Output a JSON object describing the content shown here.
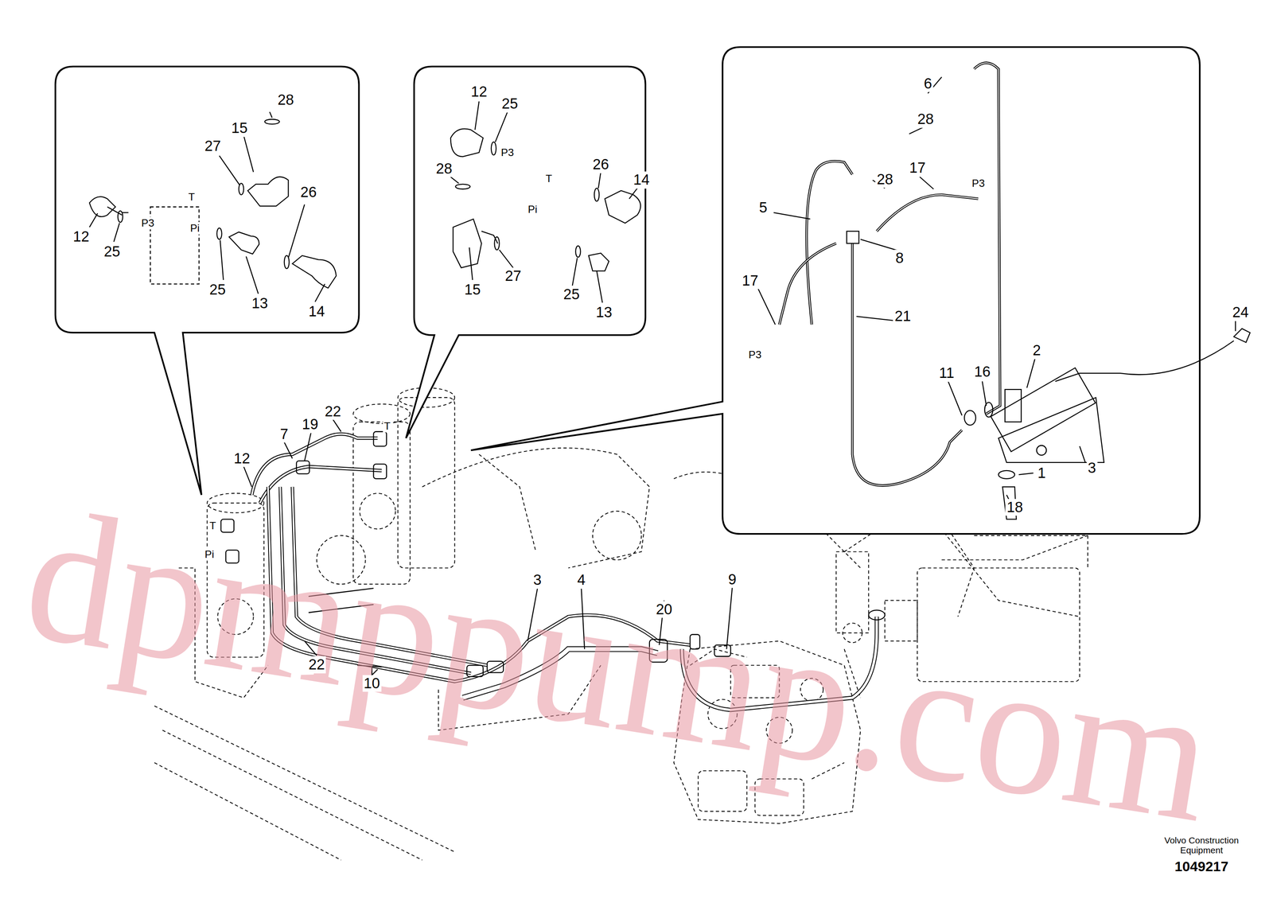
{
  "diagram": {
    "labels": [
      "28",
      "15",
      "27",
      "26",
      "12",
      "25",
      "P3",
      "T",
      "Pi",
      "25",
      "13",
      "14",
      "12",
      "25",
      "P3",
      "28",
      "T",
      "26",
      "14",
      "Pi",
      "15",
      "27",
      "25",
      "13",
      "6",
      "28",
      "17",
      "28",
      "P3",
      "5",
      "8",
      "17",
      "21",
      "P3",
      "24",
      "2",
      "16",
      "11",
      "3",
      "1",
      "18",
      "22",
      "7",
      "19",
      "12",
      "T",
      "T",
      "Pi",
      "3",
      "4",
      "9",
      "20",
      "22",
      "10",
      "dpmppump.com",
      "Volvo Construction Equipment",
      "1049217"
    ]
  }
}
